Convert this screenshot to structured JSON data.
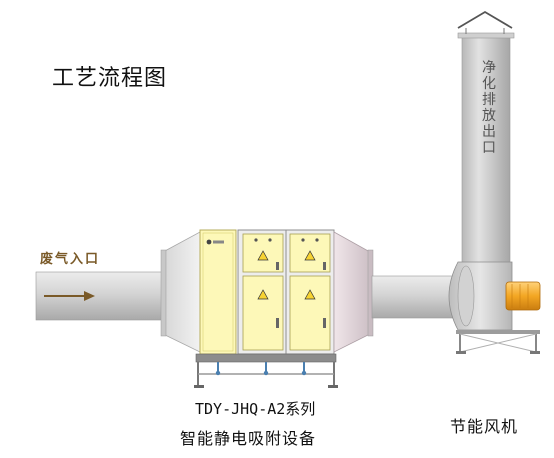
{
  "labels": {
    "title": "工艺流程图",
    "inlet": "废气入口",
    "outlet": "净化排放出口",
    "model": "TDY-JHQ-A2系列",
    "equipment": "智能静电吸附设备",
    "fan": "节能风机"
  },
  "icons": [
    "flow-arrow-icon",
    "chimney-cap-icon",
    "warning-triangle-icon",
    "brand-logo-icon",
    "control-switch-icon"
  ],
  "colors": {
    "pipe": "#cfcfcf",
    "filter_panel": "#fdf8b8",
    "cabinet": "#ededed",
    "hood_pink": "#e9dce1",
    "motor": "#f3a623",
    "inlet_text": "#7a5a28"
  }
}
